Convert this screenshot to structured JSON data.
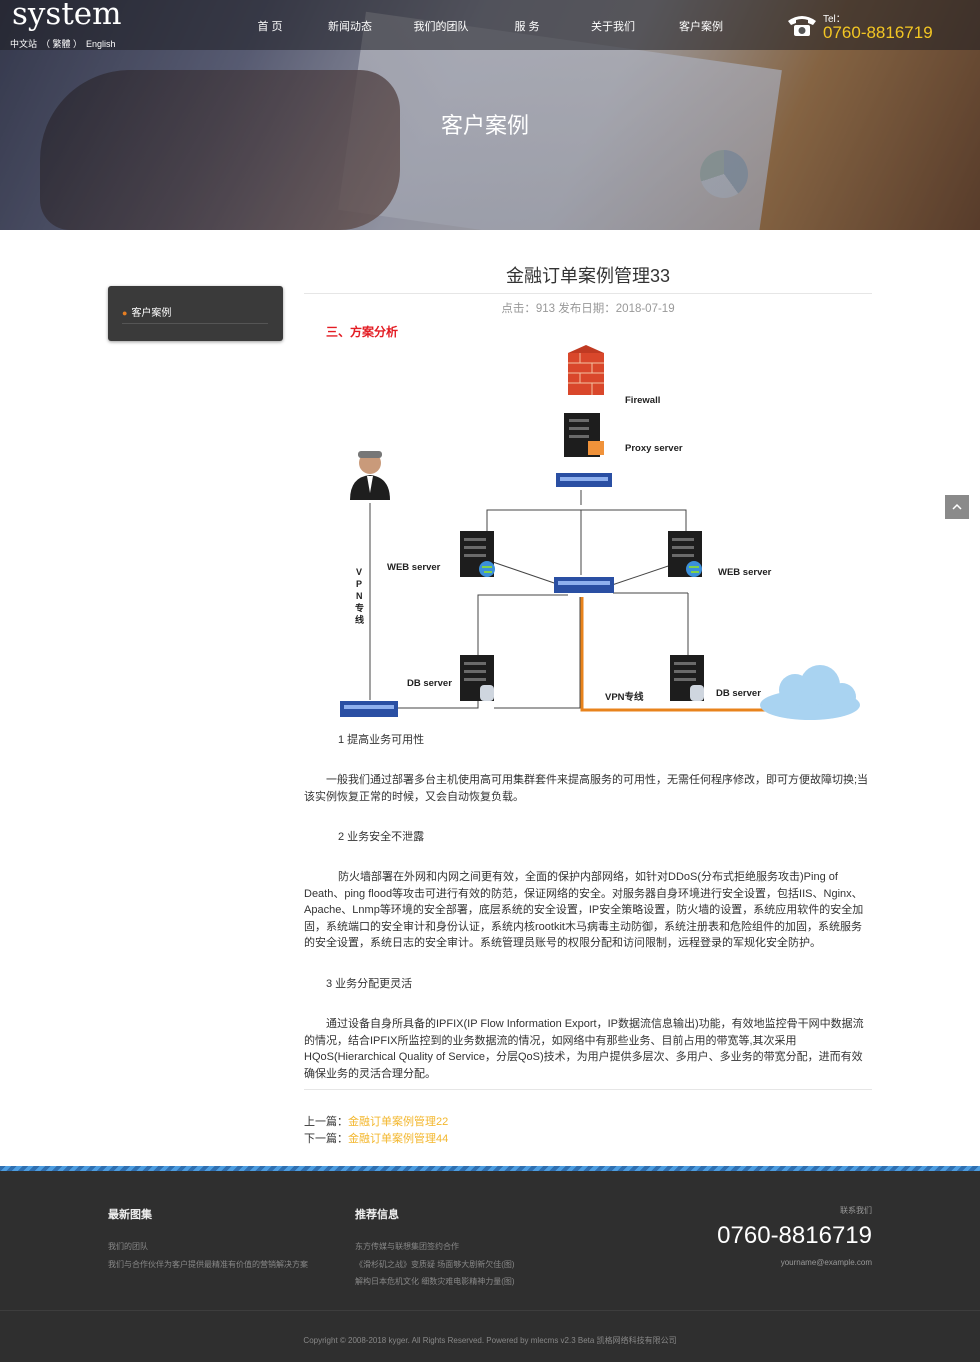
{
  "header": {
    "logo": "system",
    "lang": {
      "cn": "中文站",
      "tw": "（ 繁體 ）",
      "en": "English"
    },
    "nav": [
      "首 页",
      "新闻动态",
      "我们的团队",
      "服 务",
      "关于我们",
      "客户案例"
    ],
    "tel_label": "Tel：",
    "tel": "0760-8816719"
  },
  "hero": {
    "title": "客户案例"
  },
  "sidebar": {
    "item": "客户案例"
  },
  "article": {
    "title": "金融订单案例管理33",
    "meta": "点击：913   发布日期：2018-07-19",
    "section": "三、方案分析",
    "diagram": {
      "firewall": "Firewall",
      "proxy": "Proxy server",
      "web_left": "WEB server",
      "web_right": "WEB server",
      "db_left": "DB server",
      "db_right": "DB server",
      "vpn_v": "V\nP\nN\n专\n线",
      "vpn_h": "VPN专线"
    },
    "p1_head": "1 提高业务可用性",
    "p1": "一般我们通过部署多台主机使用高可用集群套件来提高服务的可用性，无需任何程序修改，即可方便故障切换;当该实例恢复正常的时候，又会自动恢复负载。",
    "p2_head": "2 业务安全不泄露",
    "p2": "防火墙部署在外网和内网之间更有效，全面的保护内部网络，如针对DDoS(分布式拒绝服务攻击)Ping of Death、ping flood等攻击可进行有效的防范，保证网络的安全。对服务器自身环境进行安全设置，包括IIS、Nginx、Apache、Lnmp等环境的安全部署，底层系统的安全设置，IP安全策略设置，防火墙的设置，系统应用软件的安全加固，系统端口的安全审计和身份认证，系统内核rootkit木马病毒主动防御，系统注册表和危险组件的加固，系统服务的安全设置，系统日志的安全审计。系统管理员账号的权限分配和访问限制，远程登录的军规化安全防护。",
    "p3_head": "3 业务分配更灵活",
    "p3": "通过设备自身所具备的IPFIX(IP Flow Information Export，IP数据流信息输出)功能，有效地监控骨干网中数据流的情况，结合IPFIX所监控到的业务数据流的情况，如网络中有那些业务、目前占用的带宽等,其次采用HQoS(Hierarchical Quality of Service，分层QoS)技术，为用户提供多层次、多用户、多业务的带宽分配，进而有效确保业务的灵活合理分配。",
    "prev_label": "上一篇：",
    "prev": "金融订单案例管理22",
    "next_label": "下一篇：",
    "next": "金融订单案例管理44"
  },
  "footer": {
    "col1_title": "最新图集",
    "col1_links": [
      "我们的团队",
      "我们与合作伙伴为客户提供最精准有价值的营销解决方案"
    ],
    "col2_title": "推荐信息",
    "col2_links": [
      "东方传媒与联想集团签约合作",
      "《滑杉矶之战》变质疑 场面够大剧新欠佳(图)",
      "解构日本危机文化 细数灾难电影精神力量(图)"
    ],
    "contact_label": "联系我们",
    "phone": "0760-8816719",
    "email": "yourname@example.com",
    "copyright": "Copyright © 2008-2018 kyger. All Rights Reserved. Powered by mlecms v2.3 Beta 凯格网络科技有限公司"
  },
  "colors": {
    "accent": "#f3c623",
    "section_red": "#e31c23",
    "link": "#f3b72e",
    "footer_bg": "#2f2f2f"
  },
  "icons": [
    "phone-icon",
    "arrow-up-icon",
    "bullet-icon"
  ]
}
